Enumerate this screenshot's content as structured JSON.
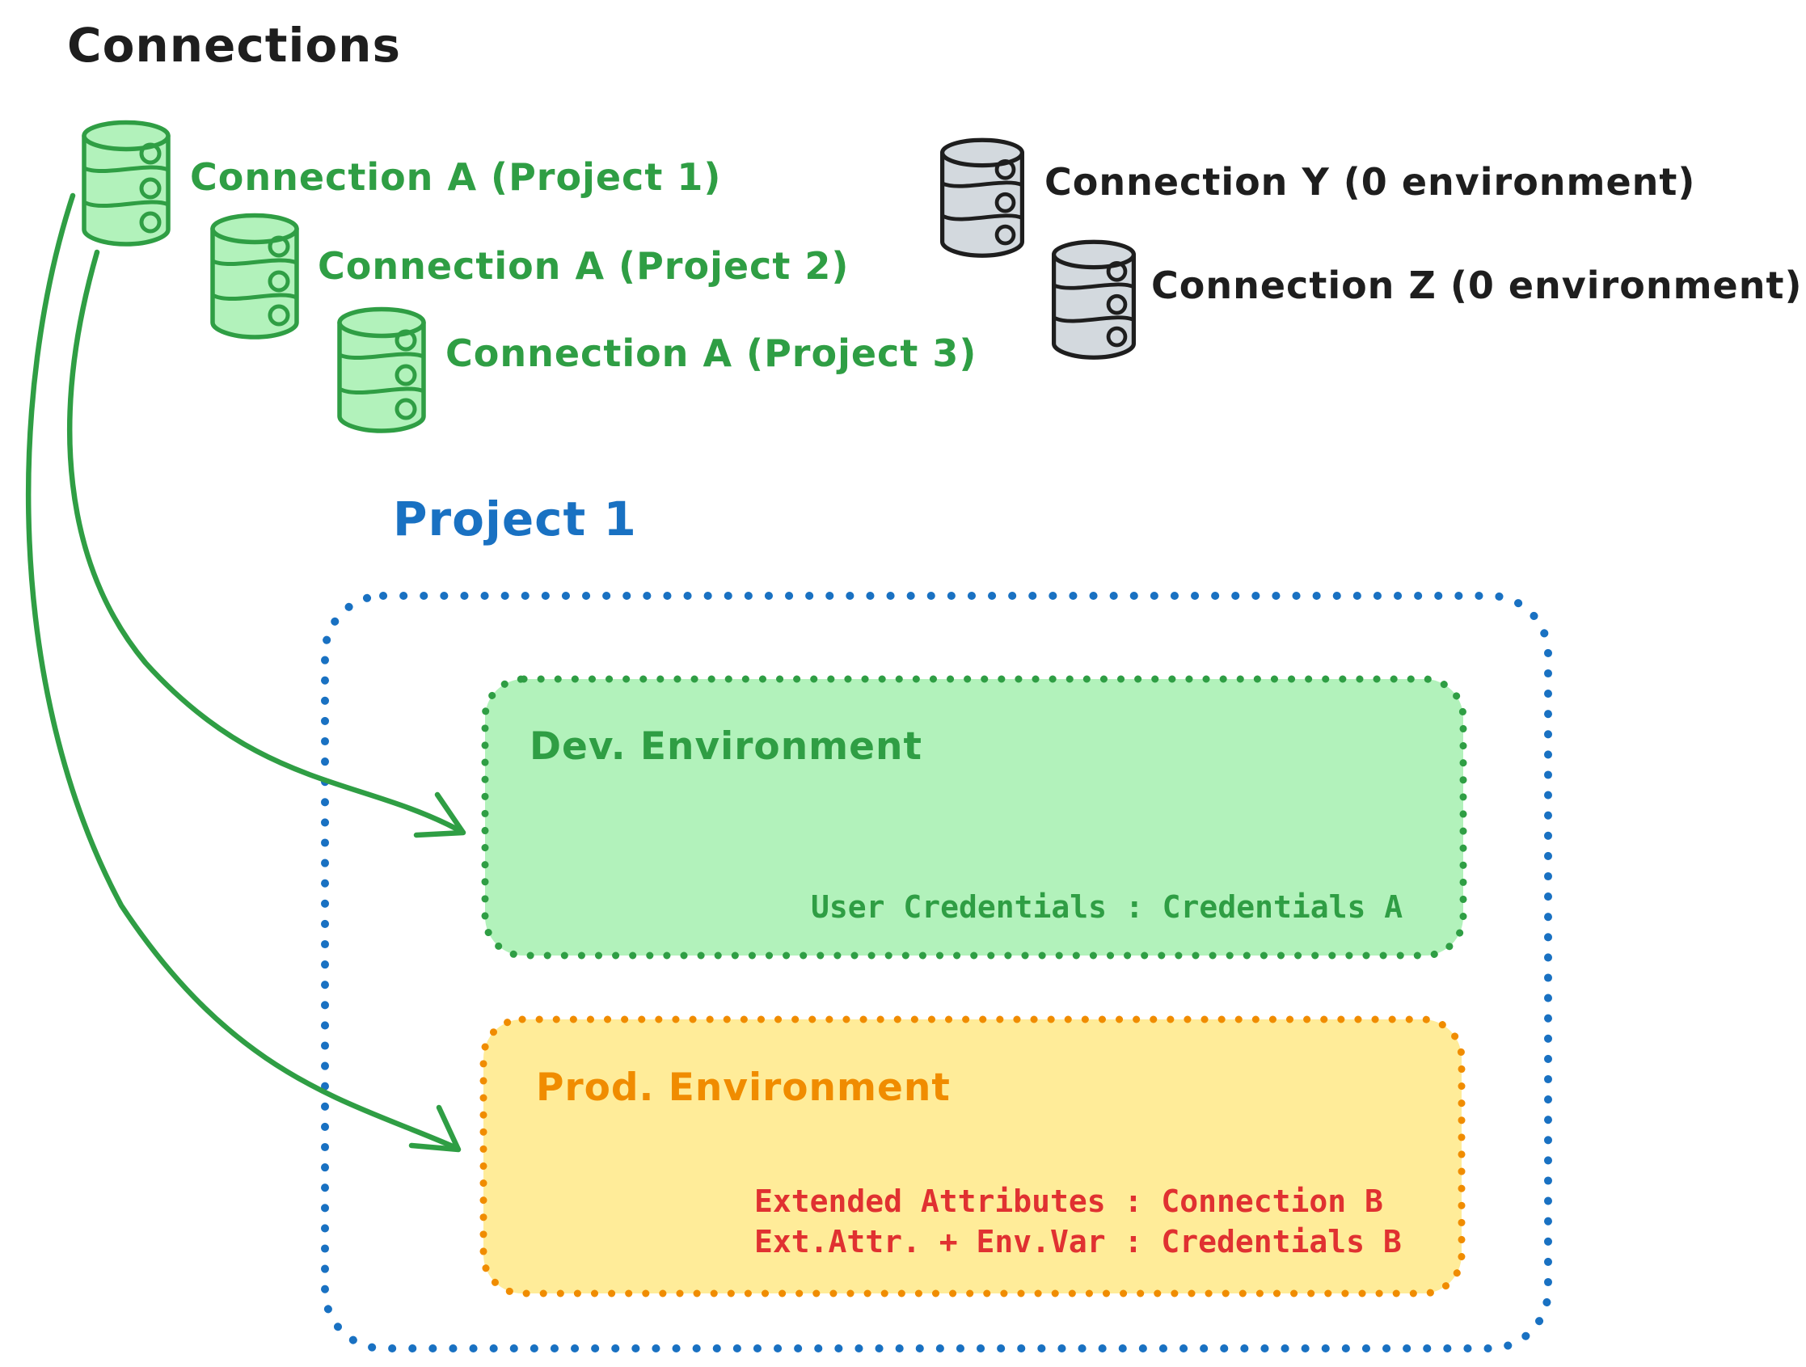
{
  "title": "Connections",
  "connections": {
    "project_scoped": [
      {
        "label": "Connection A (Project 1)"
      },
      {
        "label": "Connection A (Project 2)"
      },
      {
        "label": "Connection A (Project 3)"
      }
    ],
    "unassigned": [
      {
        "label": "Connection Y (0 environment)"
      },
      {
        "label": "Connection Z (0 environment)"
      }
    ]
  },
  "project": {
    "title": "Project 1",
    "environments": [
      {
        "name": "Dev. Environment",
        "mappings": [
          "User Credentials : Credentials A"
        ]
      },
      {
        "name": "Prod. Environment",
        "mappings": [
          "Extended Attributes : Connection B",
          "Ext.Attr. + Env.Var : Credentials B"
        ]
      }
    ]
  },
  "icons": {
    "connection": "database-icon",
    "assignment": "arrow-icon"
  },
  "colors": {
    "ink_black": "#1e1e1e",
    "green_stroke": "#2f9e44",
    "green_fill": "#b2f2bb",
    "orange_stroke": "#f08c00",
    "orange_fill": "#ffec99",
    "blue_stroke": "#1971c2",
    "red_text": "#e03131",
    "gray_fill": "#d3d9de"
  }
}
